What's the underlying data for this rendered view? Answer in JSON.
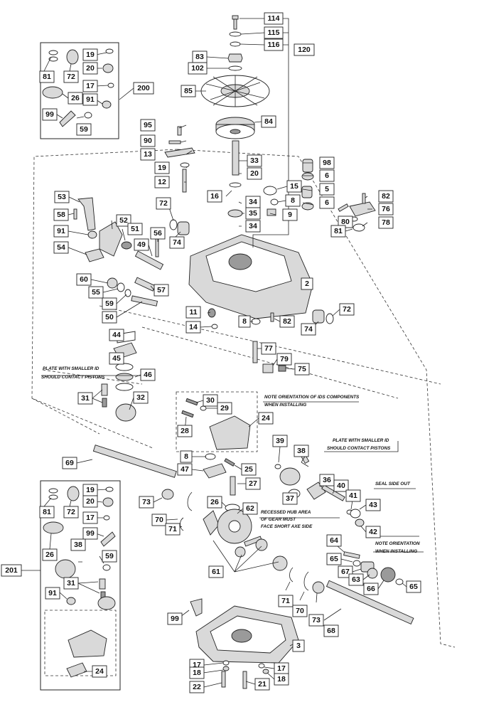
{
  "labels": {
    "l114": "114",
    "l115": "115",
    "l116": "116",
    "l120": "120",
    "l83": "83",
    "l102": "102",
    "l85": "85",
    "l84": "84",
    "l95": "95",
    "l90": "90",
    "l13": "13",
    "l19a": "19",
    "l12": "12",
    "l33": "33",
    "l20a": "20",
    "l16": "16",
    "l34a": "34",
    "l35": "35",
    "l34b": "34",
    "l98": "98",
    "l6a": "6",
    "l15": "15",
    "l5": "5",
    "l8a": "8",
    "l6b": "6",
    "l9": "9",
    "l82a": "82",
    "l76": "76",
    "l80": "80",
    "l81a": "81",
    "l78": "78",
    "l53": "53",
    "l58": "58",
    "l91a": "91",
    "l52": "52",
    "l51": "51",
    "l54": "54",
    "l72a": "72",
    "l74a": "74",
    "l49": "49",
    "l56": "56",
    "l60": "60",
    "l55": "55",
    "l59a": "59",
    "l57": "57",
    "l50": "50",
    "l2": "2",
    "l11": "11",
    "l14": "14",
    "l8b": "8",
    "l82b": "82",
    "l74b": "74",
    "l72b": "72",
    "l77": "77",
    "l79": "79",
    "l75": "75",
    "l44": "44",
    "l45": "45",
    "l46": "46",
    "l31a": "31",
    "l32": "32",
    "l30": "30",
    "l29": "29",
    "l28": "28",
    "l24a": "24",
    "l69": "69",
    "l8c": "8",
    "l47": "47",
    "l25": "25",
    "l27": "27",
    "l39": "39",
    "l38a": "38",
    "l36": "36",
    "l37": "37",
    "l40": "40",
    "l41": "41",
    "l43": "43",
    "l42": "42",
    "l73a": "73",
    "l70a": "70",
    "l71a": "71",
    "l26a": "26",
    "l62": "62",
    "l64": "64",
    "l65a": "65",
    "l67": "67",
    "l63": "63",
    "l66": "66",
    "l65b": "65",
    "l61": "61",
    "l71b": "71",
    "l70b": "70",
    "l73b": "73",
    "l68": "68",
    "l99a": "99",
    "l3": "3",
    "l17a": "17",
    "l18a": "18",
    "l22": "22",
    "l17b": "17",
    "l18b": "18",
    "l21": "21",
    "k81": "81",
    "k72": "72",
    "k19": "19",
    "k20": "20",
    "k17": "17",
    "k26": "26",
    "k91": "91",
    "k99": "99",
    "k59": "59",
    "k200": "200",
    "m81": "81",
    "m72": "72",
    "m19": "19",
    "m20": "20",
    "m17": "17",
    "m26": "26",
    "m99": "99",
    "m38": "38",
    "m59": "59",
    "m31": "31",
    "m91": "91",
    "m24": "24",
    "m201": "201"
  },
  "notes": {
    "plate_left_1": "PLATE WITH SMALLER ID",
    "plate_left_2": "SHOULD CONTACT PISTONS",
    "ids_1": "NOTE ORIENTATION OF IDS COMPONENTS",
    "ids_2": "WHEN INSTALLING",
    "plate_right_1": "PLATE WITH SMALLER ID",
    "plate_right_2": "SHOULD CONTACT PISTONS",
    "seal": "SEAL SIDE OUT",
    "hub_1": "RECESSED HUB AREA",
    "hub_2": "OF GEAR MUST",
    "hub_3": "FACE SHORT AXE SIDE",
    "orient_1": "NOTE ORIENTATION",
    "orient_2": "WHEN INSTALLING"
  }
}
